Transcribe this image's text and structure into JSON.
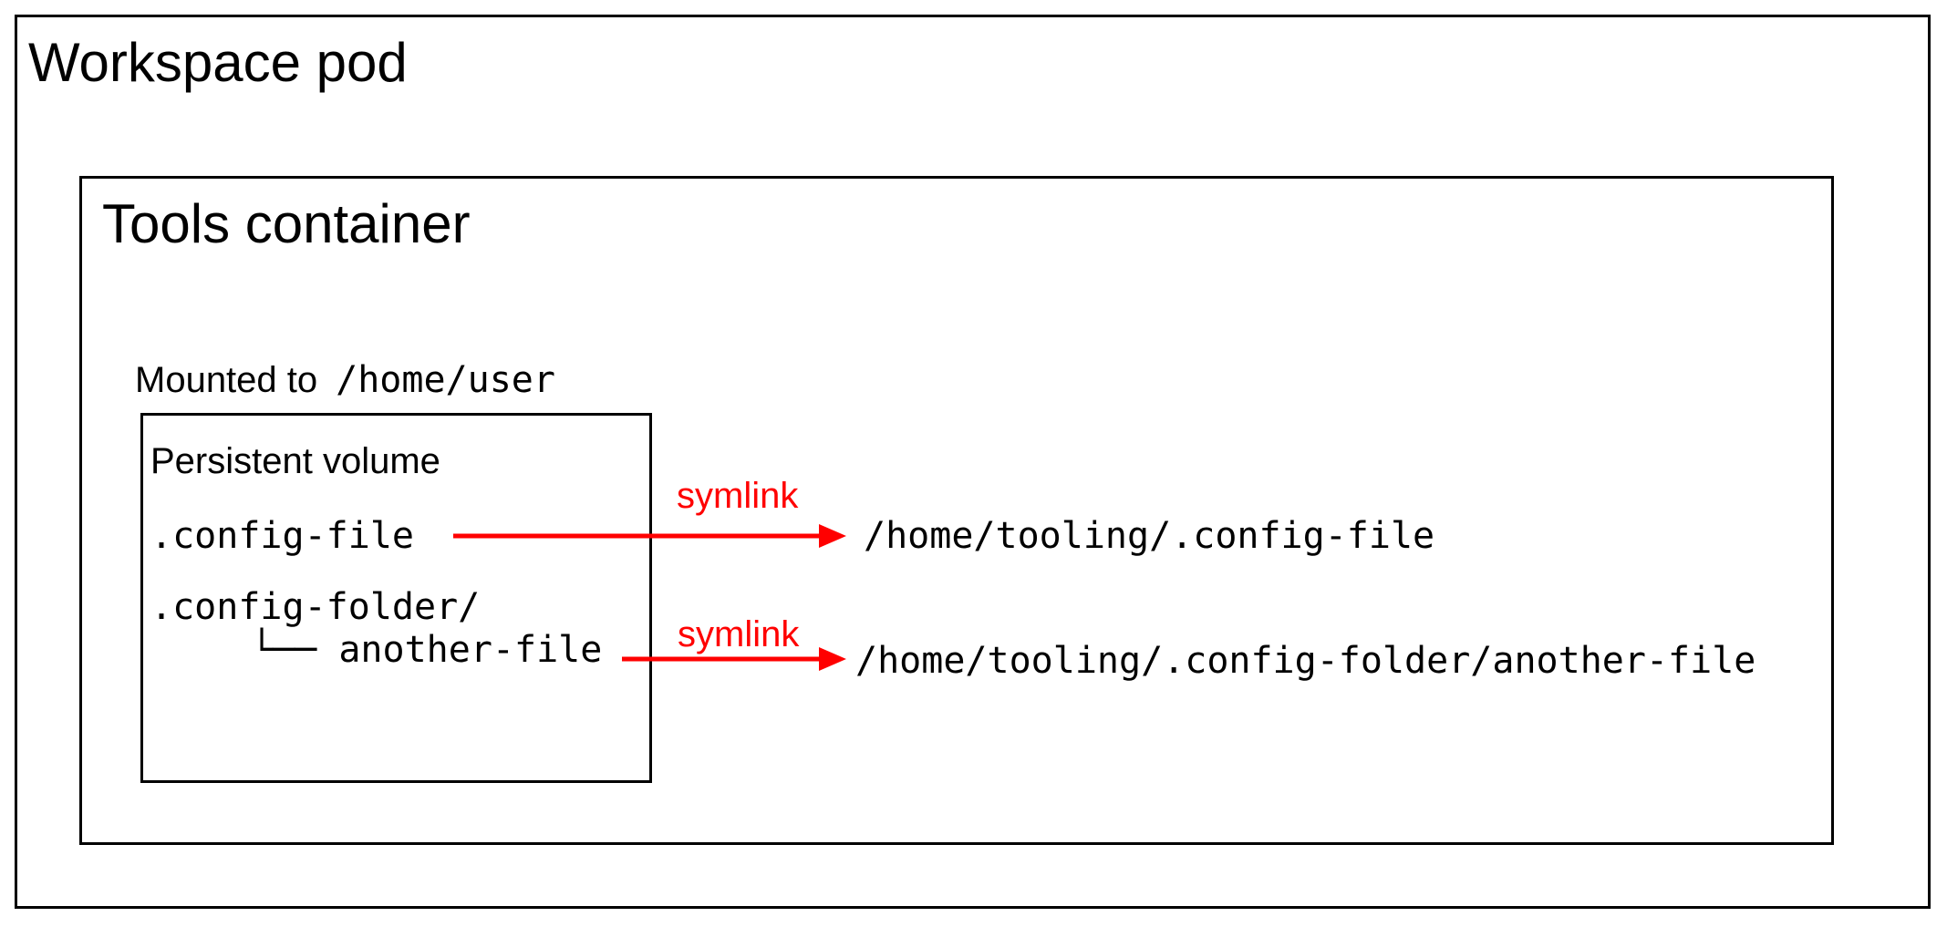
{
  "colors": {
    "arrow": "#ff0000",
    "text": "#000000",
    "border": "#000000",
    "background": "#ffffff"
  },
  "workspace_pod": {
    "title": "Workspace pod"
  },
  "tools_container": {
    "title": "Tools container"
  },
  "mount": {
    "prefix": "Mounted to",
    "path": "/home/user"
  },
  "persistent_volume": {
    "title": "Persistent volume",
    "files": {
      "config_file": ".config-file",
      "config_folder": ".config-folder/",
      "another_file": "└── another-file"
    }
  },
  "symlinks": [
    {
      "label": "symlink",
      "target": "/home/tooling/.config-file"
    },
    {
      "label": "symlink",
      "target": "/home/tooling/.config-folder/another-file"
    }
  ]
}
